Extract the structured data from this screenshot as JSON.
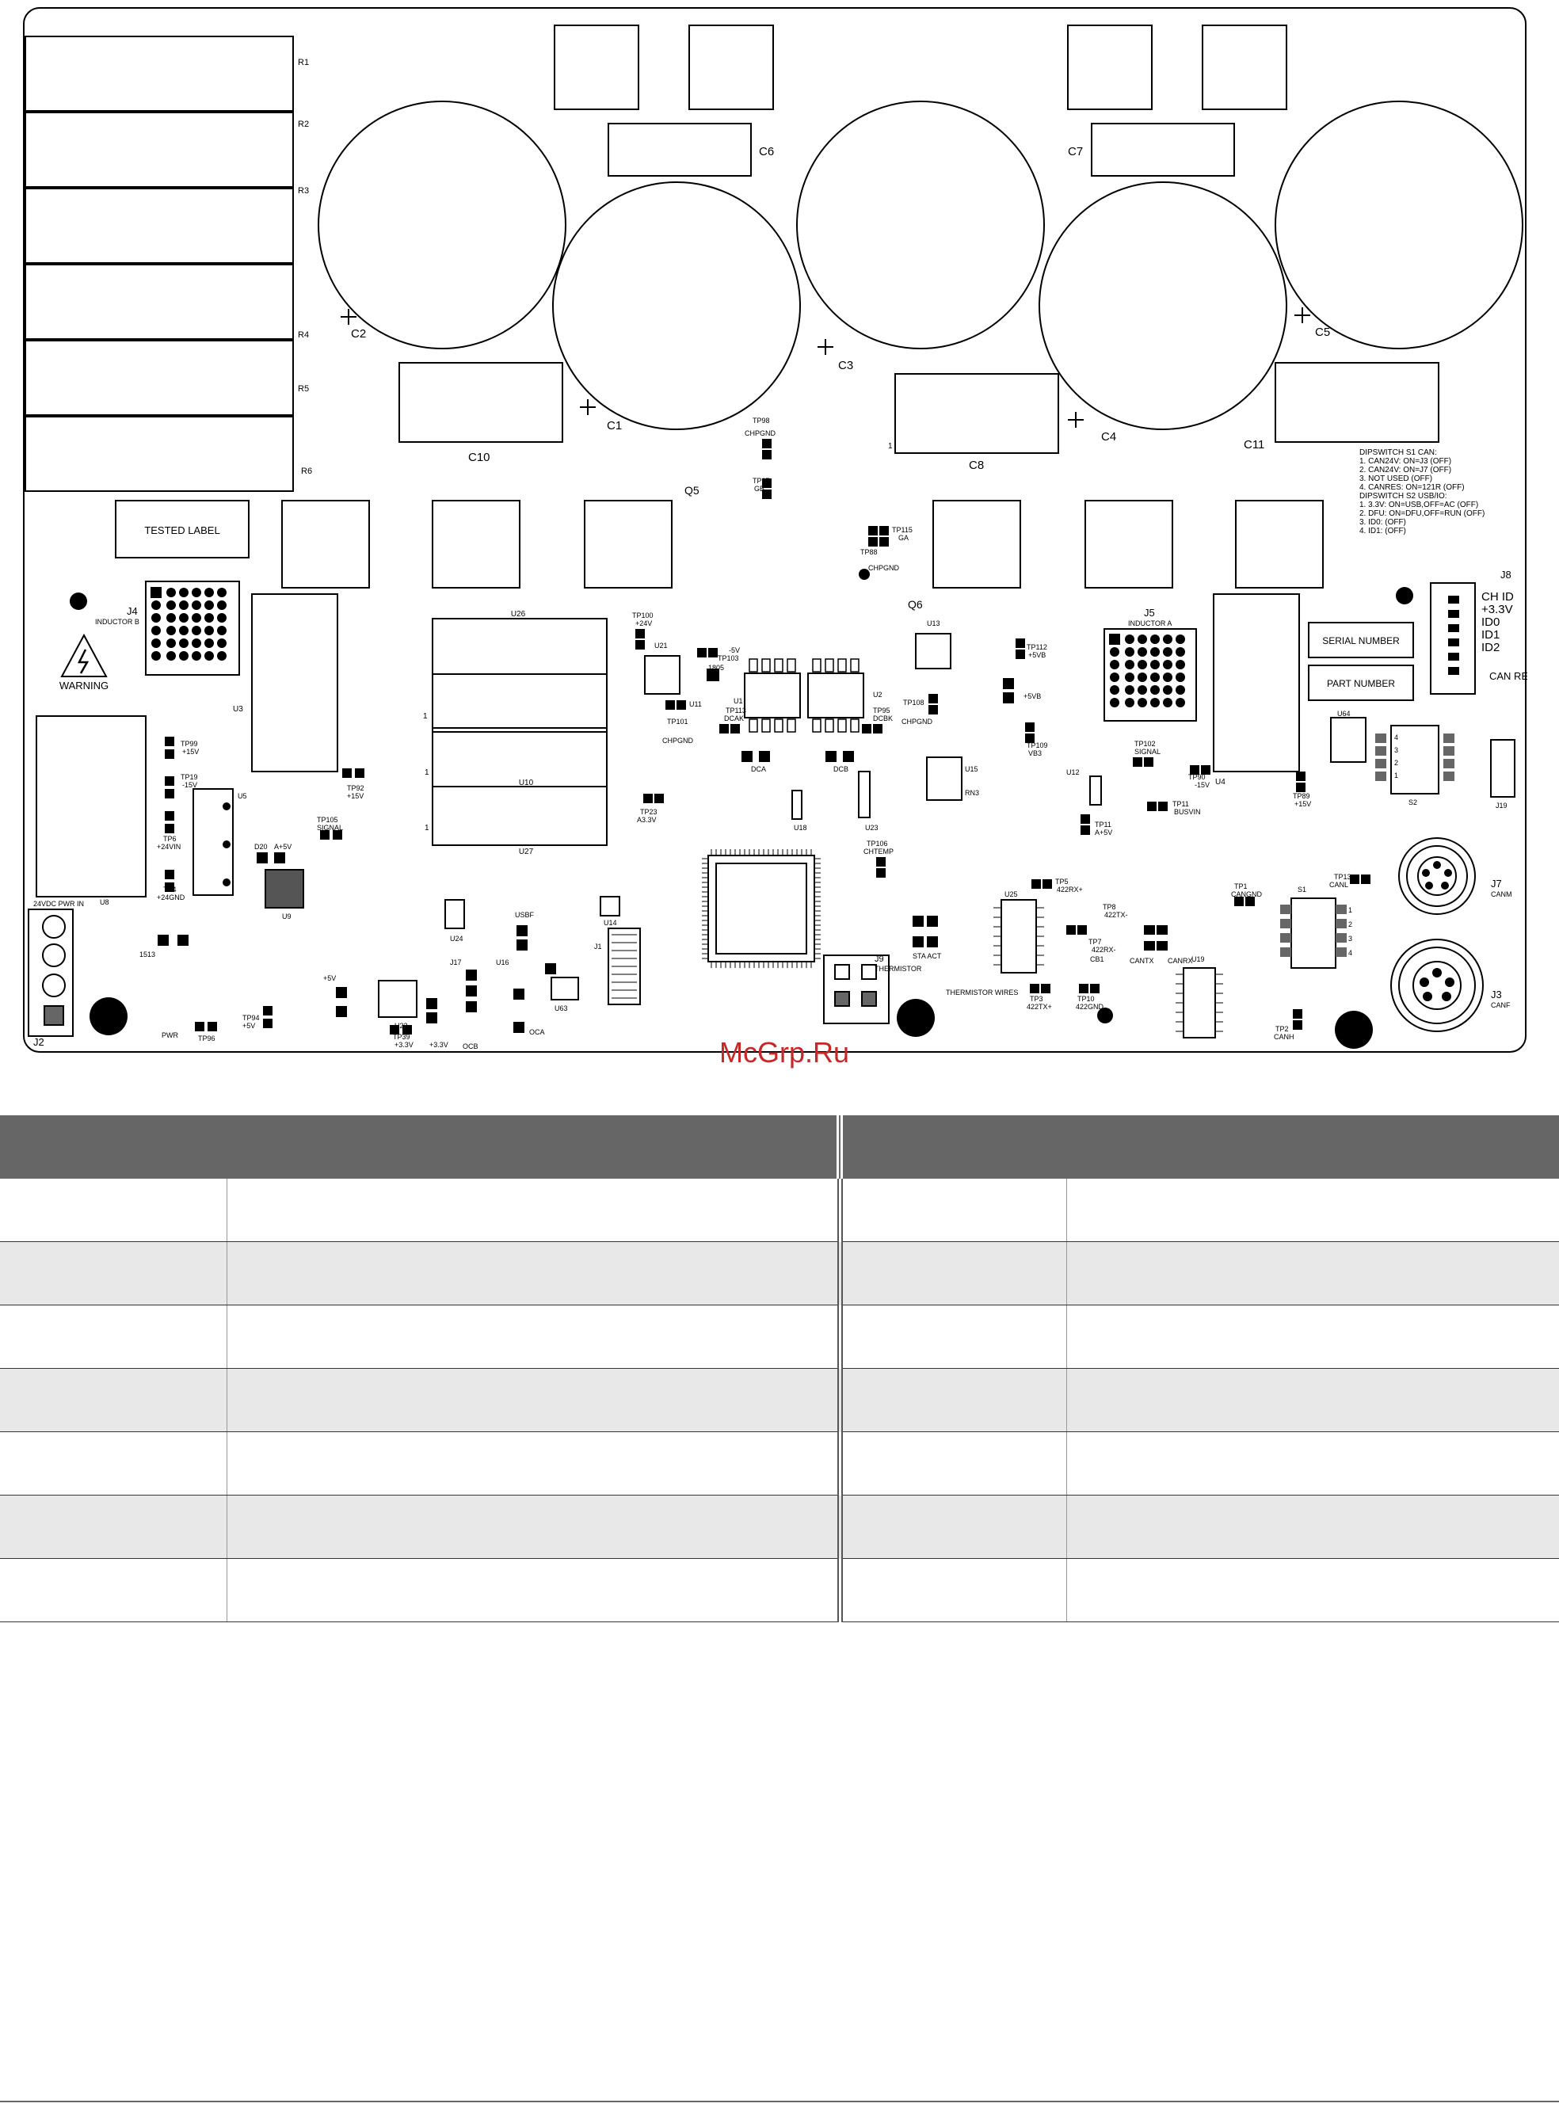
{
  "board": {
    "resistors": [
      "R1",
      "R2",
      "R3",
      "R4",
      "R5",
      "R6"
    ],
    "capacitors": {
      "big": [
        "C2",
        "C1",
        "C3",
        "C4",
        "C5"
      ],
      "film": [
        "C6",
        "C7",
        "C10",
        "C8",
        "C11"
      ]
    },
    "transistors": [
      "Q5",
      "Q6"
    ],
    "pin_one": "1",
    "tested_label": "TESTED LABEL",
    "warning": "WARNING",
    "j4": "J4",
    "inductor_b": "INDUCTOR B",
    "j5": "J5",
    "inductor_a": "INDUCTOR A",
    "u3": "U3",
    "u4": "U4",
    "u5": "U5",
    "u8": "U8",
    "u9": "U9",
    "u10": "U10",
    "u26": "U26",
    "u27": "U27",
    "u21": "U21",
    "u1": "U1",
    "u2": "U2",
    "u13": "U13",
    "u15": "U15",
    "rn3": "RN3",
    "u12": "U12",
    "u18": "U18",
    "u23": "U23",
    "u24": "U24",
    "u14": "U14",
    "j1": "J1",
    "u22": "U22",
    "u16": "U16",
    "j17": "J17",
    "u63": "U63",
    "u25": "U25",
    "u19": "U19",
    "u64": "U64",
    "s1": "S1",
    "s2": "S2",
    "j7": "J7",
    "canm": "CANM",
    "j3": "J3",
    "canf": "CANF",
    "j8": "J8",
    "j19": "J19",
    "j2": "J2",
    "j9": "J9",
    "pwr_in": "24VDC PWR IN",
    "pwr": "PWR",
    "thermistor": "THERMISTOR",
    "thermistor_wires": "THERMISTOR WIRES",
    "sta_act": "STA ACT",
    "d20": "D20",
    "a5v": "A+5V",
    "tp105": "TP105",
    "signal": "SIGNAL",
    "usbf": "USBF",
    "ocb": "OCB",
    "oca": "OCA",
    "dca": "DCA",
    "dcb": "DCB",
    "plus5v": "+5V",
    "p33v": "+3.3V",
    "tp99": "TP99",
    "p15v": "+15V",
    "tp19": "TP19",
    "m15v": "-15V",
    "tp6": "TP6",
    "p24vin": "+24VIN",
    "tp4": "TP4",
    "p24gnd": "+24GND",
    "tp92": "TP92",
    "tp94": "TP94",
    "tp96": "TP96",
    "i513": "1513",
    "tp98": "TP98",
    "chpgnd": "CHPGND",
    "tp97": "TP97",
    "gb": "GB",
    "tp115": "TP115",
    "ga": "GA",
    "tp88": "TP88",
    "tp100": "TP100",
    "p24v": "+24V",
    "tp103": "TP103",
    "m5v": "-5V",
    "i805": "1805",
    "tp101": "TP101",
    "u11": "U11",
    "tp113": "TP113",
    "dcak": "DCAK",
    "tp95": "TP95",
    "dcbk": "DCBK",
    "tp108": "TP108",
    "tp112": "TP112",
    "p5vb": "+5VB",
    "tp109": "TP109",
    "vb3": "VB3",
    "tp102": "TP102",
    "tp90": "TP90",
    "tp89": "TP89",
    "tp11": "TP11",
    "busvin": "BUSVIN",
    "tp110": "TP11",
    "a5vb": "A+5V",
    "tp23": "TP23",
    "a33v": "A3.3V",
    "tp106": "TP106",
    "chtemp": "CHTEMP",
    "tp5": "TP5",
    "s422rxp": "422RX+",
    "tp8": "TP8",
    "s422txm": "422TX-",
    "tp7": "TP7",
    "s422rxm": "422RX-",
    "cb1": "CB1",
    "tp3": "TP3",
    "s422txp": "422TX+",
    "tp10": "TP10",
    "s422gnd": "422GND",
    "cantx": "CANTX",
    "canrx": "CANRX",
    "tp1": "TP1",
    "cangnd": "CANGND",
    "tp13": "TP13",
    "canl": "CANL",
    "tp2": "TP2",
    "canh": "CANH",
    "tp39": "TP39",
    "serial_number": "SERIAL NUMBER",
    "part_number": "PART NUMBER",
    "j8_labels": [
      "CH ID",
      "+3.3V",
      "ID0",
      "ID1",
      "ID2",
      "CAN RES"
    ],
    "dipswitch_text": [
      "DIPSWITCH S1 CAN:",
      "1. CAN24V: ON=J3 (OFF)",
      "2. CAN24V: ON=J7 (OFF)",
      "3. NOT USED (OFF)",
      "4. CANRES: ON=121R (OFF)",
      "DIPSWITCH S2 USB/IO:",
      "1. 3.3V: ON=USB,OFF=AC (OFF)",
      "2. DFU: ON=DFU,OFF=RUN (OFF)",
      "3. ID0: (OFF)",
      "4. ID1: (OFF)"
    ],
    "s_nums": [
      "1",
      "2",
      "3",
      "4"
    ]
  },
  "watermark": "McGrp.Ru",
  "table": {
    "header": [
      "",
      ""
    ],
    "rows": [
      [
        "",
        "",
        "",
        ""
      ],
      [
        "",
        "",
        "",
        ""
      ],
      [
        "",
        "",
        "",
        ""
      ],
      [
        "",
        "",
        "",
        ""
      ],
      [
        "",
        "",
        "",
        ""
      ],
      [
        "",
        "",
        "",
        ""
      ],
      [
        "",
        "",
        "",
        ""
      ]
    ]
  }
}
